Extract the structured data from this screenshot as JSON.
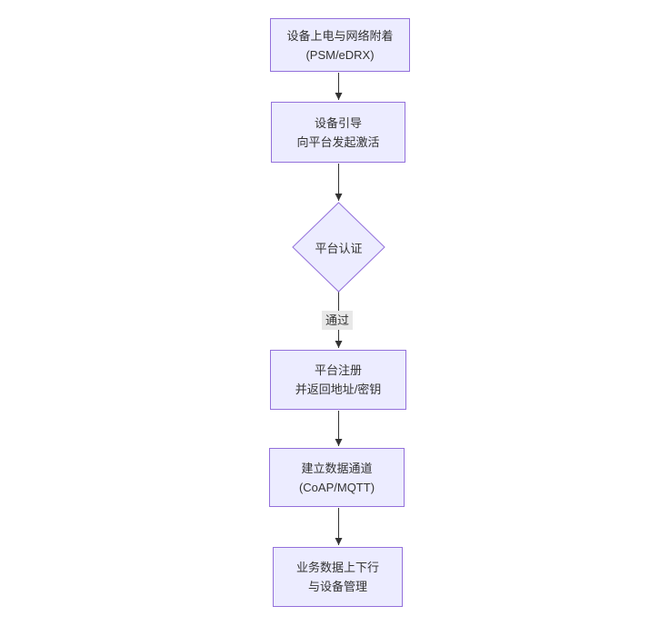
{
  "diagram": {
    "type": "flowchart",
    "direction": "top-down",
    "colors": {
      "background": "#ffffff",
      "node_fill": "#ECECFF",
      "node_border": "#9370DB",
      "text": "#333333",
      "arrow": "#333333",
      "edge_label_bg": "#e8e8e8"
    },
    "nodes": [
      {
        "id": "power-attach",
        "shape": "rect",
        "line1": "设备上电与网络附着",
        "line2": "(PSM/eDRX)"
      },
      {
        "id": "bootstrap",
        "shape": "rect",
        "line1": "设备引导",
        "line2": "向平台发起激活"
      },
      {
        "id": "auth",
        "shape": "diamond",
        "line1": "平台认证",
        "line2": ""
      },
      {
        "id": "register",
        "shape": "rect",
        "line1": "平台注册",
        "line2": "并返回地址/密钥"
      },
      {
        "id": "channel",
        "shape": "rect",
        "line1": "建立数据通道",
        "line2": "(CoAP/MQTT)"
      },
      {
        "id": "business",
        "shape": "rect",
        "line1": "业务数据上下行",
        "line2": "与设备管理"
      }
    ],
    "edges": [
      {
        "from": "power-attach",
        "to": "bootstrap",
        "label": ""
      },
      {
        "from": "bootstrap",
        "to": "auth",
        "label": ""
      },
      {
        "from": "auth",
        "to": "register",
        "label": "通过"
      },
      {
        "from": "register",
        "to": "channel",
        "label": ""
      },
      {
        "from": "channel",
        "to": "business",
        "label": ""
      }
    ]
  }
}
